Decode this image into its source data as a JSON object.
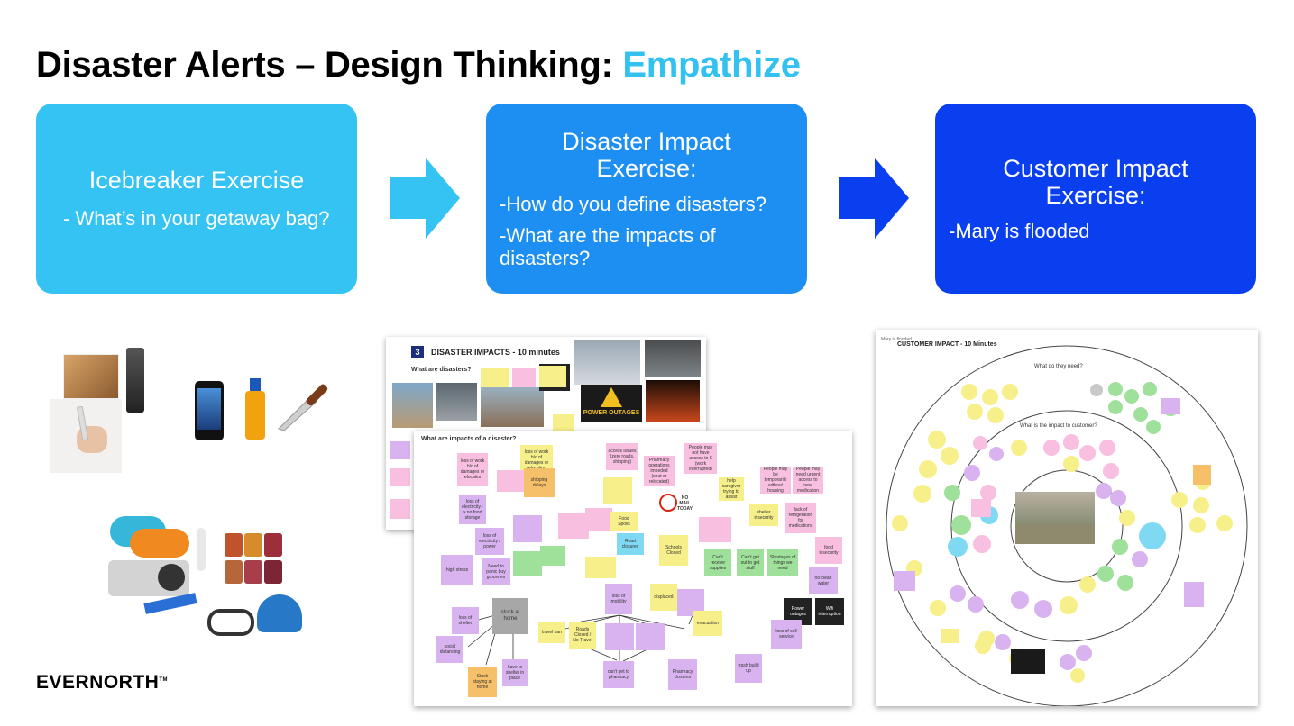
{
  "slide": {
    "title_main": "Disaster Alerts – Design Thinking: ",
    "title_accent": "Empathize",
    "title_accent_color": "#33c2f0"
  },
  "boxes": [
    {
      "heading": "Icebreaker Exercise",
      "lines": [
        "- What’s in your getaway bag?"
      ],
      "color": "#35c3f3"
    },
    {
      "heading_line1": "Disaster Impact",
      "heading_line2": "Exercise:",
      "lines": [
        "-How do you define disasters?",
        "-What are the impacts of",
        "disasters?"
      ],
      "color": "#1e8ff2"
    },
    {
      "heading_line1": "Customer Impact",
      "heading_line2": "Exercise:",
      "lines": [
        "-Mary is flooded"
      ],
      "color": "#0a3ff0"
    }
  ],
  "disaster_board": {
    "number": "3",
    "title": "DISASTER IMPACTS - 10 minutes",
    "question1": "What are disasters?",
    "question2": "What are impacts of a disaster?",
    "power_outages_label": "POWER OUTAGES",
    "no_mail_label": "NO MAIL TODAY",
    "stuck_at_home": "stuck at home",
    "notes": [
      "loss of work b/c of damages or relocation",
      "access issues (zero roads, shipping)",
      "Pharmacy operations impeded (shut or relocated)",
      "People may not have access to $ (work interrupted)",
      "loss of electricity -> no food storage",
      "shipping delays",
      "Food Spoils",
      "Road closures",
      "Schools Closed",
      "Can't receive supplies",
      "Can't get out to get stuff",
      "Shortages of things we need",
      "food insecurity",
      "no clean water",
      "high stress",
      "loss of shelter",
      "social distancing",
      "loss of mobility",
      "displaced",
      "evacuation",
      "Roads Closed / No Travel",
      "travel ban",
      "can't get to pharmacy",
      "Pharmacy closures",
      "trash build up",
      "loss of cell service",
      "Power outages",
      "Wifi interruption",
      "shelter insecurity",
      "lack of refrigeration for medications",
      "help caregiver trying to assist",
      "People may be temporarily without housing",
      "People may need urgent access to new medication",
      "Stuck staying at home",
      "have to shelter in place",
      "Need to panic buy groceries",
      "loss of electricity / power"
    ]
  },
  "customer_board": {
    "corner_label": "Mary is flooded",
    "title": "CUSTOMER IMPACT - 10 Minutes",
    "question_outer": "What do they need?",
    "question_middle": "What is the impact to customer?"
  },
  "footer": {
    "logo": "EVERNORTH",
    "logo_mark": "TM"
  }
}
